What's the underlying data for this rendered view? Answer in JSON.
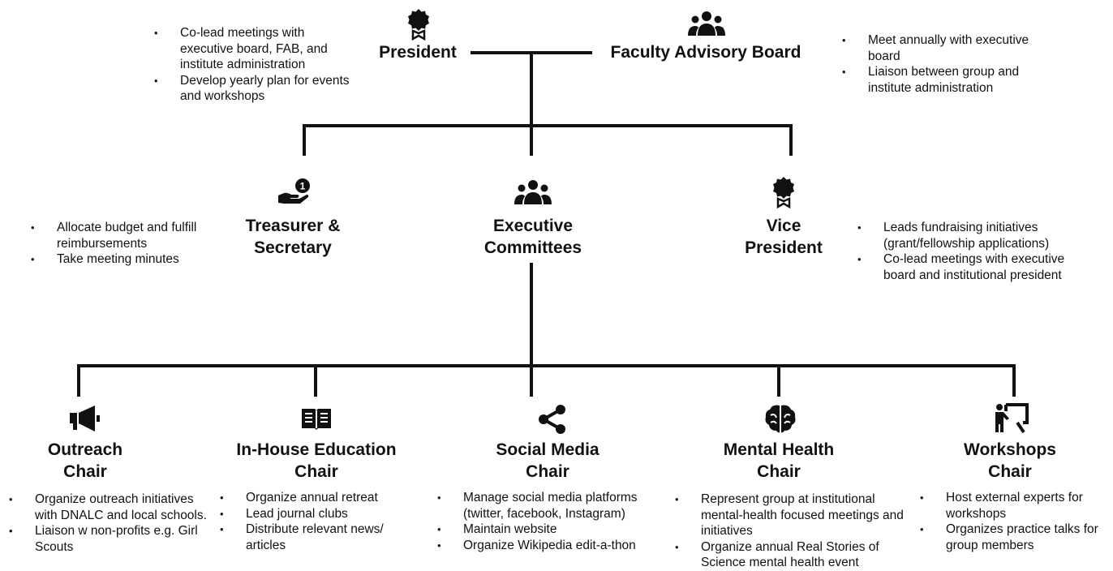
{
  "nodes": {
    "president": {
      "title": "President",
      "icon": "award-badge-icon",
      "responsibilities": [
        "Co-lead meetings with executive board, FAB, and institute administration",
        "Develop yearly plan for events and workshops"
      ]
    },
    "fab": {
      "title": "Faculty Advisory Board",
      "icon": "people-group-icon",
      "responsibilities": [
        "Meet annually with executive board",
        "Liaison between group and institute administration"
      ]
    },
    "treasurer": {
      "title_line1": "Treasurer &",
      "title_line2": "Secretary",
      "icon": "hand-coin-icon",
      "responsibilities": [
        "Allocate budget and fulfill reimbursements",
        "Take meeting minutes"
      ]
    },
    "executive": {
      "title_line1": "Executive",
      "title_line2": "Committees",
      "icon": "people-group-icon"
    },
    "vp": {
      "title_line1": "Vice",
      "title_line2": "President",
      "icon": "award-badge-icon",
      "responsibilities": [
        "Leads fundraising initiatives (grant/fellowship applications)",
        "Co-lead meetings with executive board and institutional president"
      ]
    },
    "outreach": {
      "title_line1": "Outreach",
      "title_line2": "Chair",
      "icon": "megaphone-icon",
      "responsibilities": [
        "Organize outreach initiatives with DNALC and local schools.",
        "Liaison w non-profits e.g. Girl Scouts"
      ]
    },
    "education": {
      "title_line1": "In-House Education",
      "title_line2": "Chair",
      "icon": "open-book-icon",
      "responsibilities": [
        "Organize annual retreat",
        "Lead journal clubs",
        "Distribute relevant news/ articles"
      ]
    },
    "social": {
      "title_line1": "Social Media",
      "title_line2": "Chair",
      "icon": "share-icon",
      "responsibilities": [
        "Manage social media platforms (twitter, facebook, Instagram)",
        "Maintain website",
        "Organize Wikipedia edit-a-thon"
      ]
    },
    "mental": {
      "title_line1": "Mental Health",
      "title_line2": "Chair",
      "icon": "brain-icon",
      "responsibilities": [
        "Represent group at institutional mental-health focused meetings and initiatives",
        "Organize annual Real Stories of Science mental health event"
      ]
    },
    "workshops": {
      "title_line1": "Workshops",
      "title_line2": "Chair",
      "icon": "teacher-board-icon",
      "responsibilities": [
        "Host external experts for workshops",
        "Organizes practice talks for group members"
      ]
    }
  }
}
